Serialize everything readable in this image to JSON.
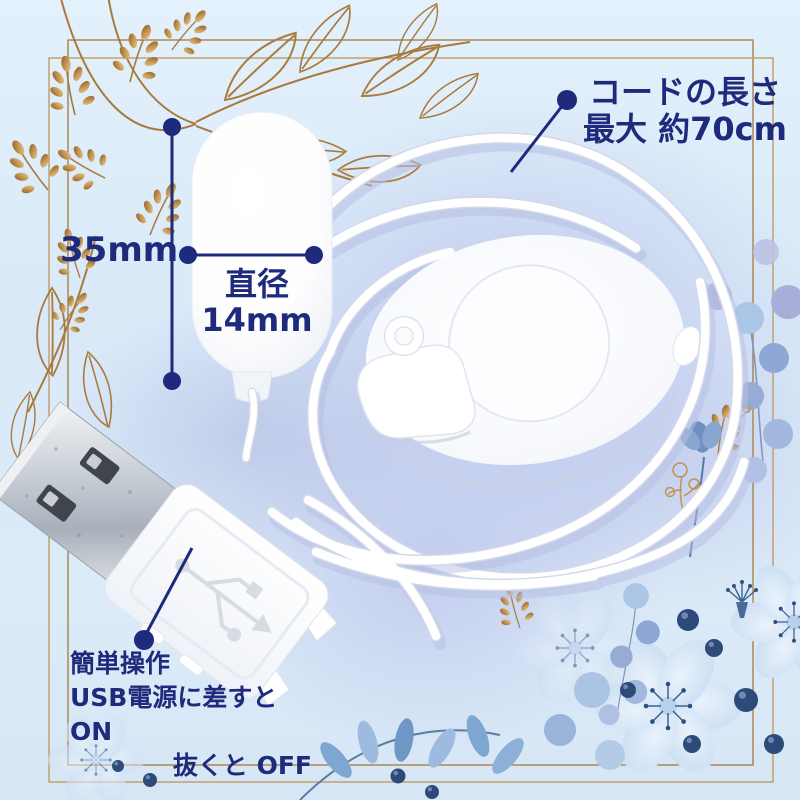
{
  "product_figure": {
    "annotations": {
      "cord_length": {
        "line1": "コードの長さ",
        "line2": "最大 約70cm"
      },
      "body_length": {
        "value": "35mm"
      },
      "diameter": {
        "line1": "直径",
        "line2": "14mm"
      },
      "operation": {
        "line1": "簡単操作",
        "line2": "USB電源に差すと ON",
        "line3": "抜くと OFF"
      }
    }
  },
  "icons": {
    "usb_symbol": "usb-trident-icon",
    "callout_marker": "callout-dot-icon",
    "dimension_marker": "dimension-endpoint-dot-icon"
  },
  "colors": {
    "annotation_navy": "#1e2a7b",
    "background_blue": "#ddecf9",
    "periwinkle_shadow": "#c2c9ec",
    "frame_gold": "#c2a06e",
    "frame_gold_dark": "#ad8754",
    "botanical_gold": "#a87a3e",
    "floral_blue": "#cfe2f5",
    "berry_navy": "#2d4a78",
    "device_white": "#ffffff",
    "metal_silver": "#c3c9d2"
  }
}
